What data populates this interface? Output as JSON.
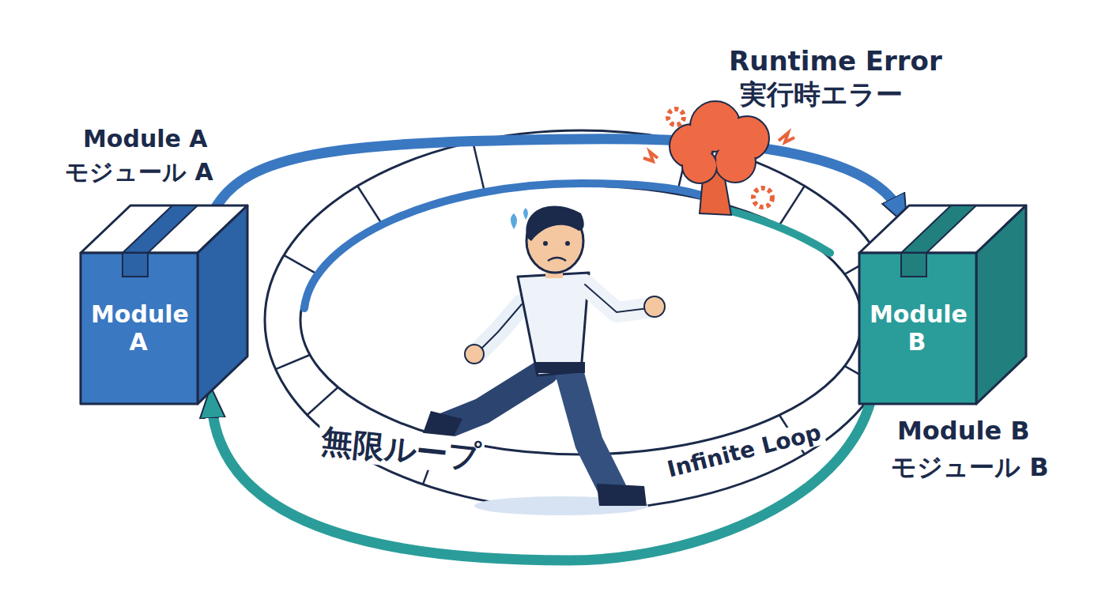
{
  "diagram": {
    "nodes": [
      {
        "text": [
          "Module A",
          "モジュール A",
          "Module A"
        ]
      },
      {
        "text": [
          "Module B",
          "Module B",
          "モジュール B"
        ]
      }
    ],
    "edges": [
      {
        "from": 0,
        "to": 1,
        "arrow": "to"
      },
      {
        "from": 0,
        "to": 1,
        "arrow": "both"
      }
    ],
    "labels": [
      "Runtime Error",
      "実行時エラー",
      "無限ループ",
      "Infinite Loop"
    ]
  }
}
